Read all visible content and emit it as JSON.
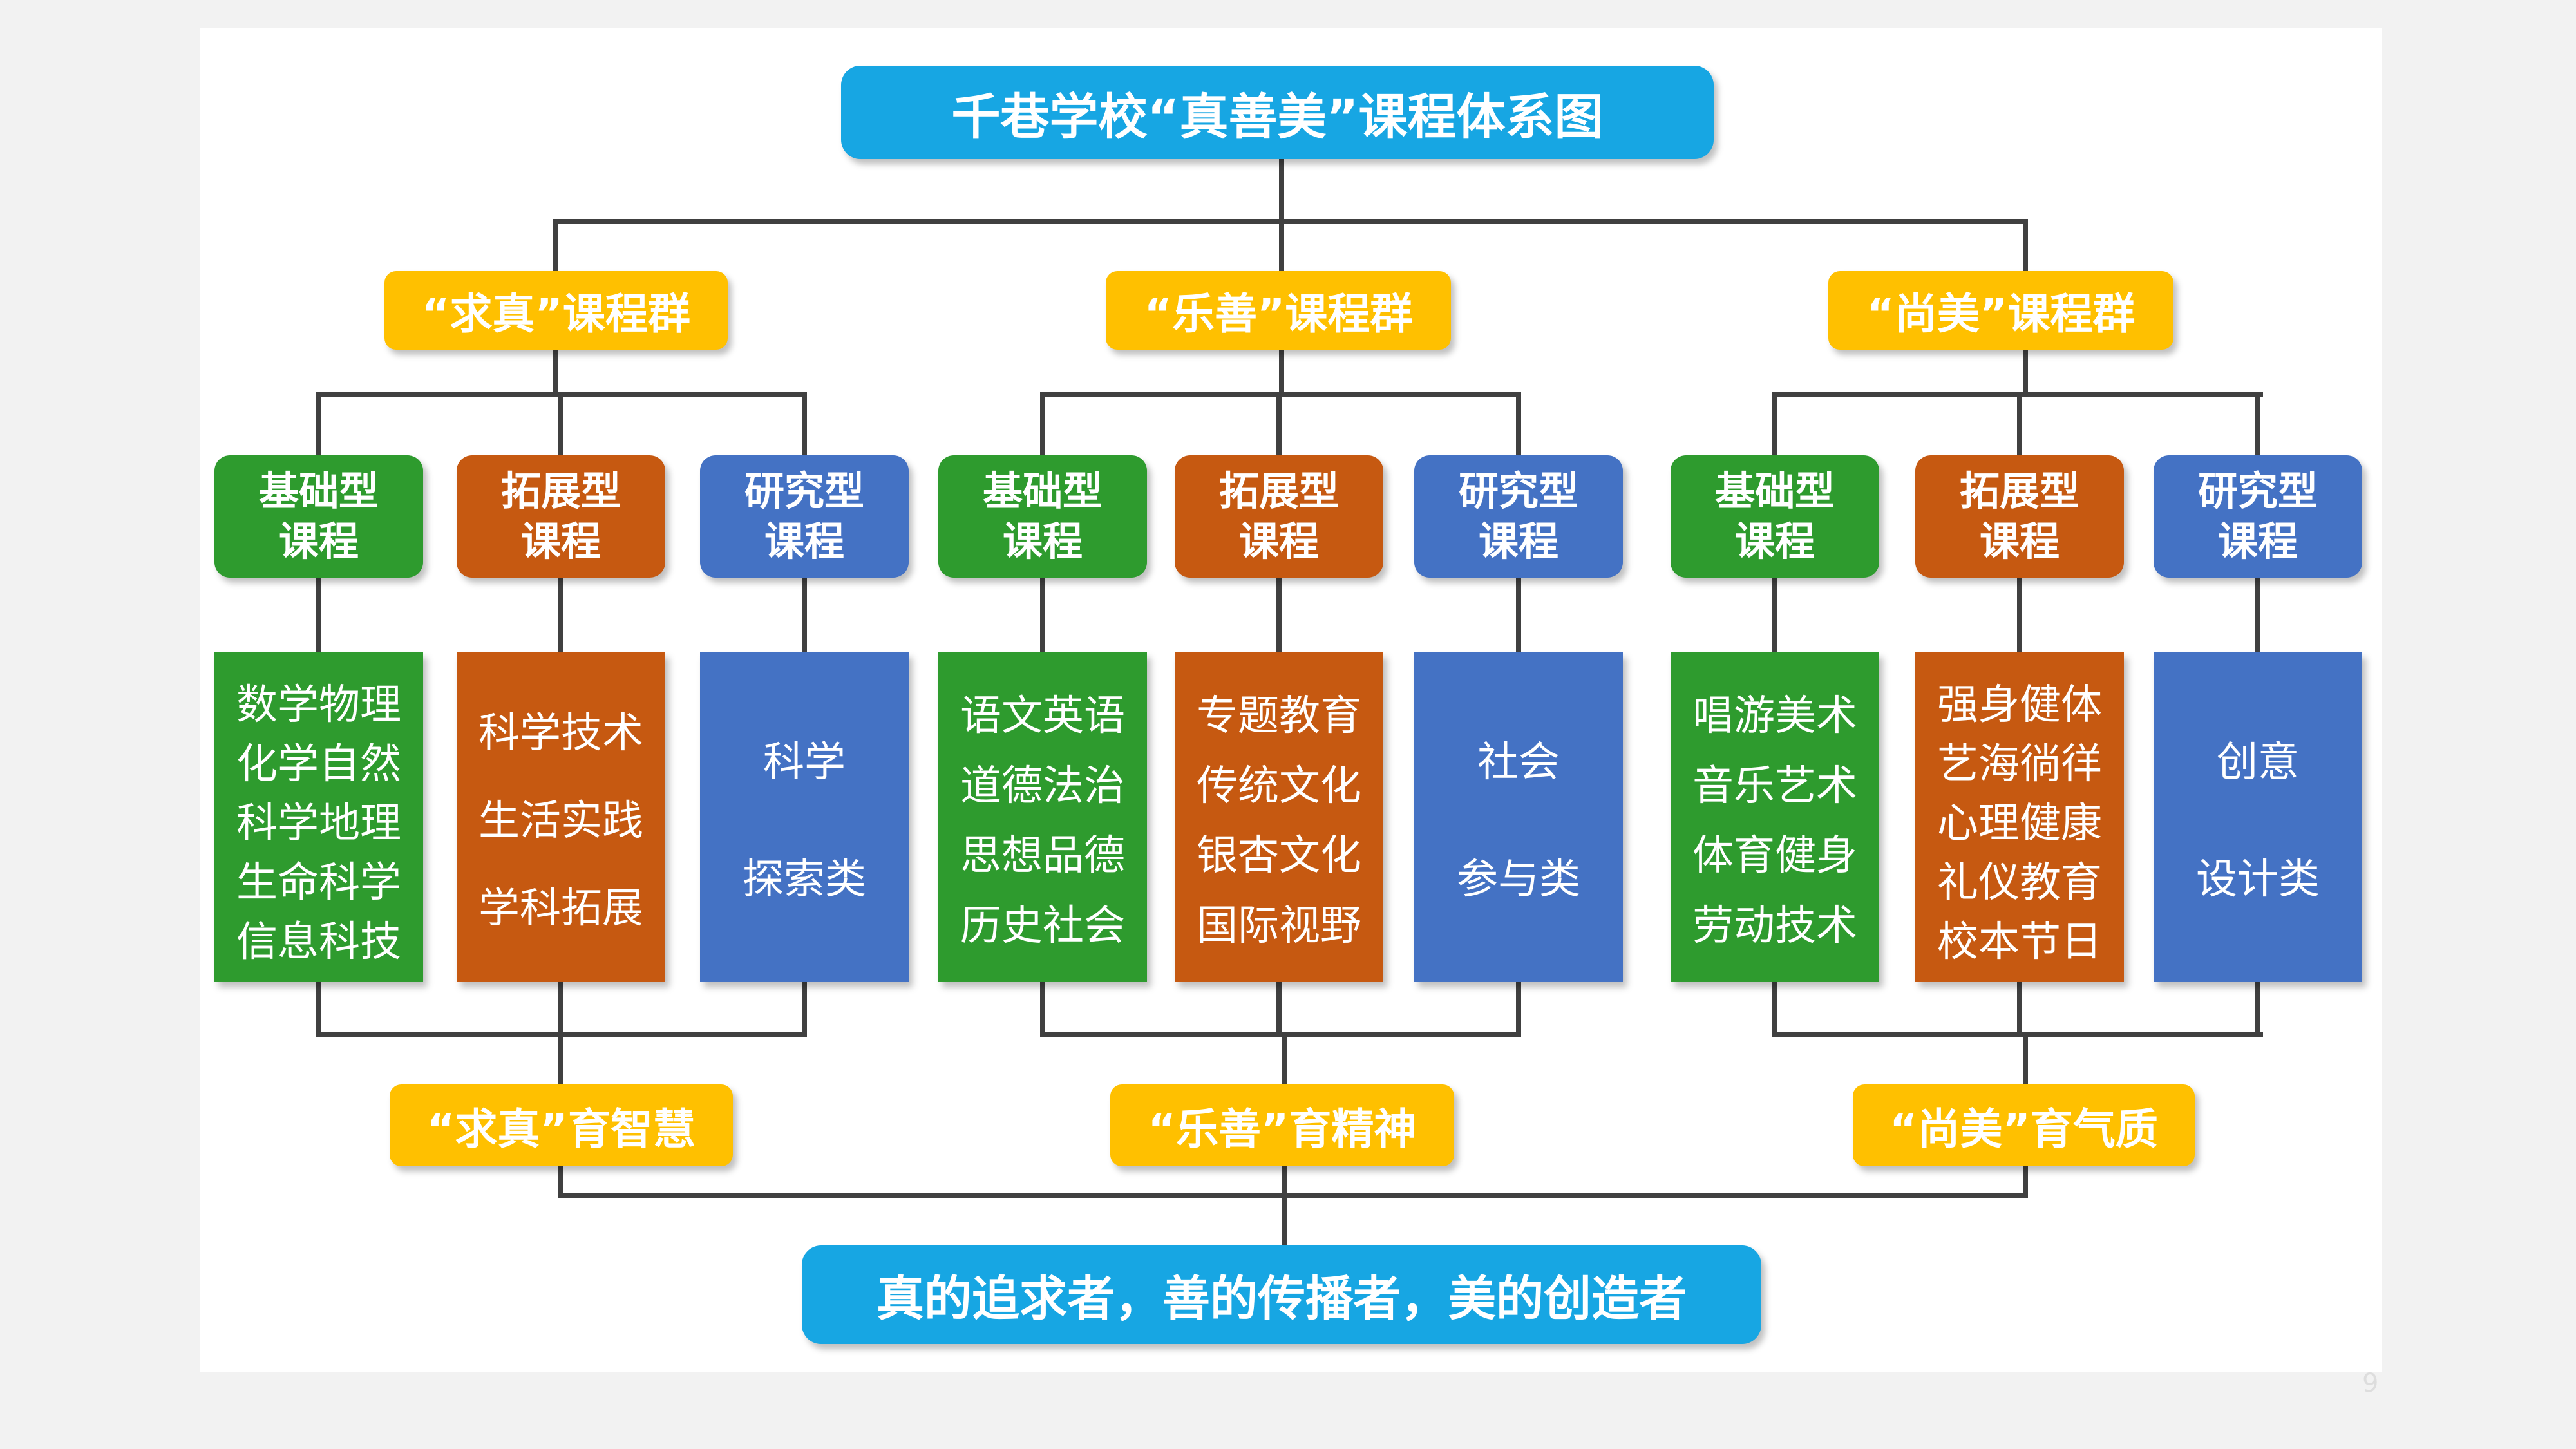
{
  "title": "千巷学校“真善美”课程体系图",
  "groups": [
    {
      "name": "“求真”课程群",
      "outcome": "“求真”育智慧",
      "courses": [
        {
          "type": [
            "基础型",
            "课程"
          ],
          "color": "green",
          "items": [
            "数学物理",
            "化学自然",
            "科学地理",
            "生命科学",
            "信息科技"
          ]
        },
        {
          "type": [
            "拓展型",
            "课程"
          ],
          "color": "orange",
          "items": [
            "科学技术",
            "生活实践",
            "学科拓展"
          ]
        },
        {
          "type": [
            "研究型",
            "课程"
          ],
          "color": "blue",
          "items": [
            "科学",
            "探索类"
          ]
        }
      ]
    },
    {
      "name": "“乐善”课程群",
      "outcome": "“乐善”育精神",
      "courses": [
        {
          "type": [
            "基础型",
            "课程"
          ],
          "color": "green",
          "items": [
            "语文英语",
            "道德法治",
            "思想品德",
            "历史社会"
          ]
        },
        {
          "type": [
            "拓展型",
            "课程"
          ],
          "color": "orange",
          "items": [
            "专题教育",
            "传统文化",
            "银杏文化",
            "国际视野"
          ]
        },
        {
          "type": [
            "研究型",
            "课程"
          ],
          "color": "blue",
          "items": [
            "社会",
            "参与类"
          ]
        }
      ]
    },
    {
      "name": "“尚美”课程群",
      "outcome": "“尚美”育气质",
      "courses": [
        {
          "type": [
            "基础型",
            "课程"
          ],
          "color": "green",
          "items": [
            "唱游美术",
            "音乐艺术",
            "体育健身",
            "劳动技术"
          ]
        },
        {
          "type": [
            "拓展型",
            "课程"
          ],
          "color": "orange",
          "items": [
            "强身健体",
            "艺海徜徉",
            "心理健康",
            "礼仪教育",
            "校本节日"
          ]
        },
        {
          "type": [
            "研究型",
            "课程"
          ],
          "color": "blue",
          "items": [
            "创意",
            "设计类"
          ]
        }
      ]
    }
  ],
  "goal": "真的追求者，善的传播者，美的创造者",
  "page_number": "9",
  "colors": {
    "title": "#17a6e3",
    "group": "#ffc000",
    "green": "#2e9b2e",
    "orange": "#c65911",
    "blue": "#4472c4",
    "line": "#404040"
  }
}
